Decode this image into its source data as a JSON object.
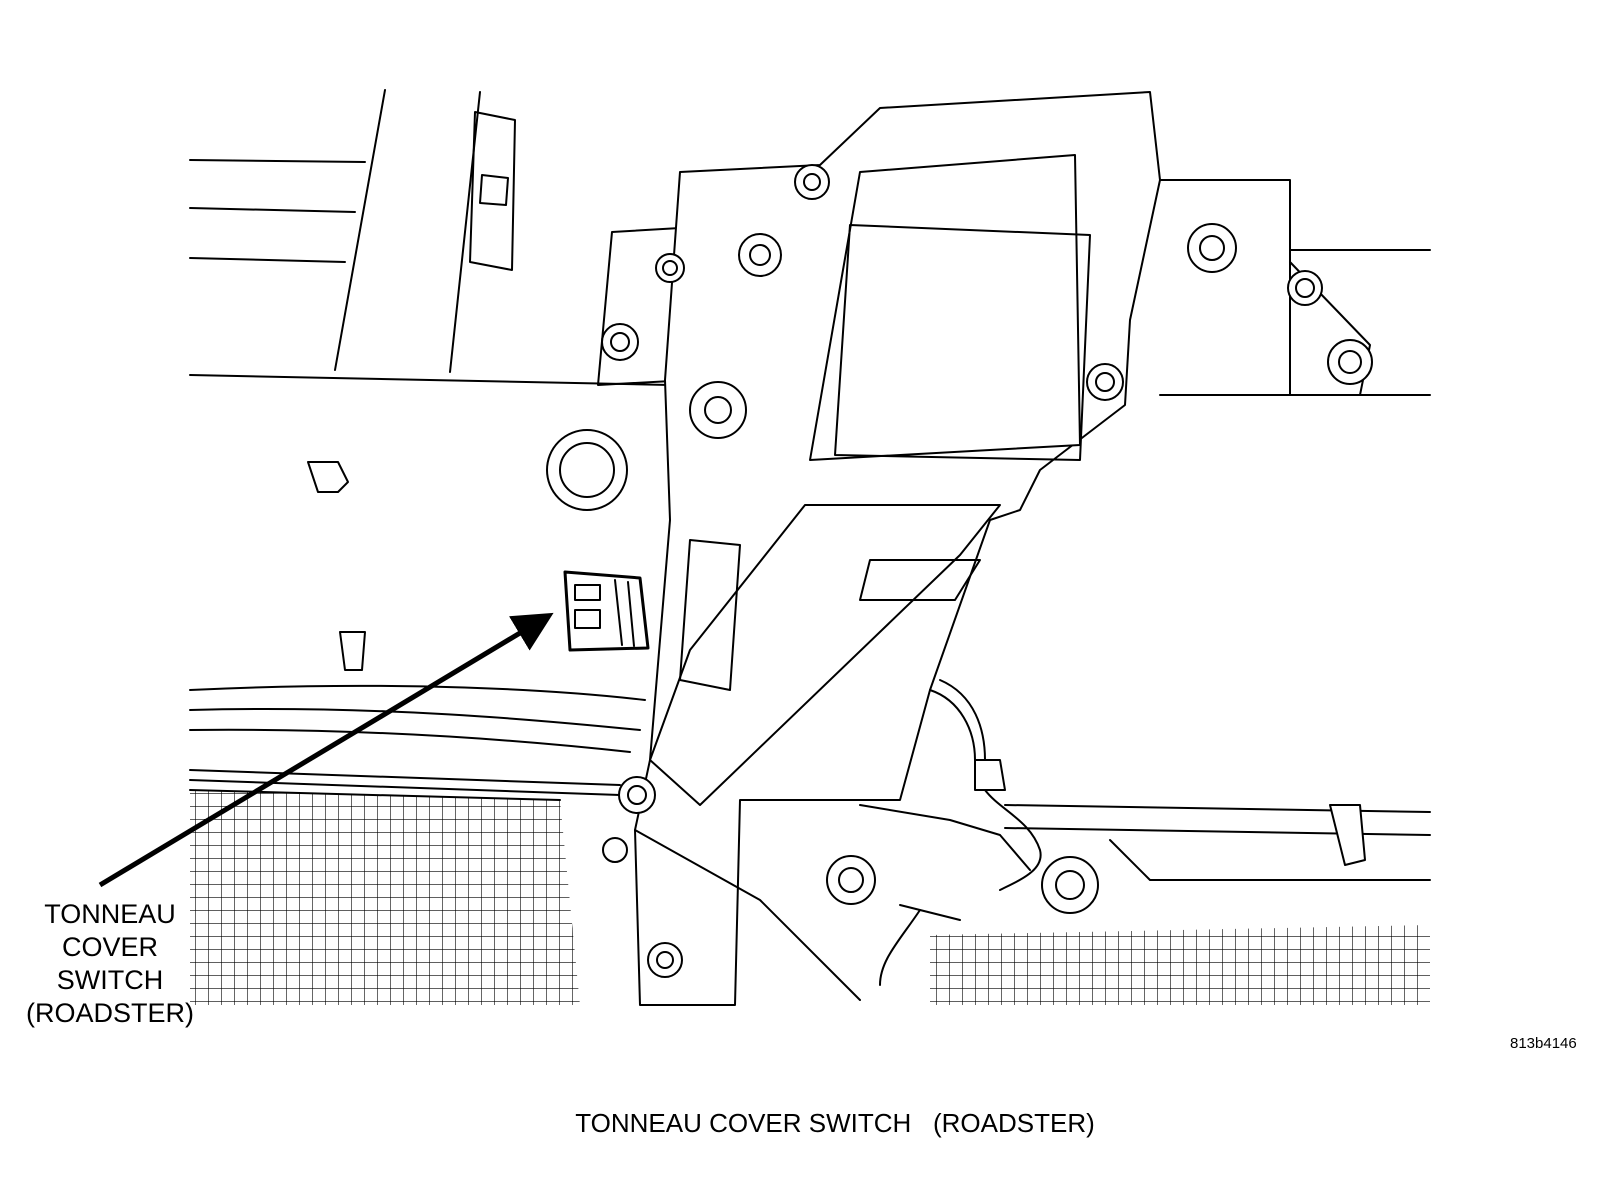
{
  "callout_label": {
    "lines": [
      "TONNEAU",
      "COVER",
      "SWITCH",
      "(ROADSTER)"
    ]
  },
  "figure_id": "813b4146",
  "caption": "TONNEAU COVER SWITCH   (ROADSTER)"
}
